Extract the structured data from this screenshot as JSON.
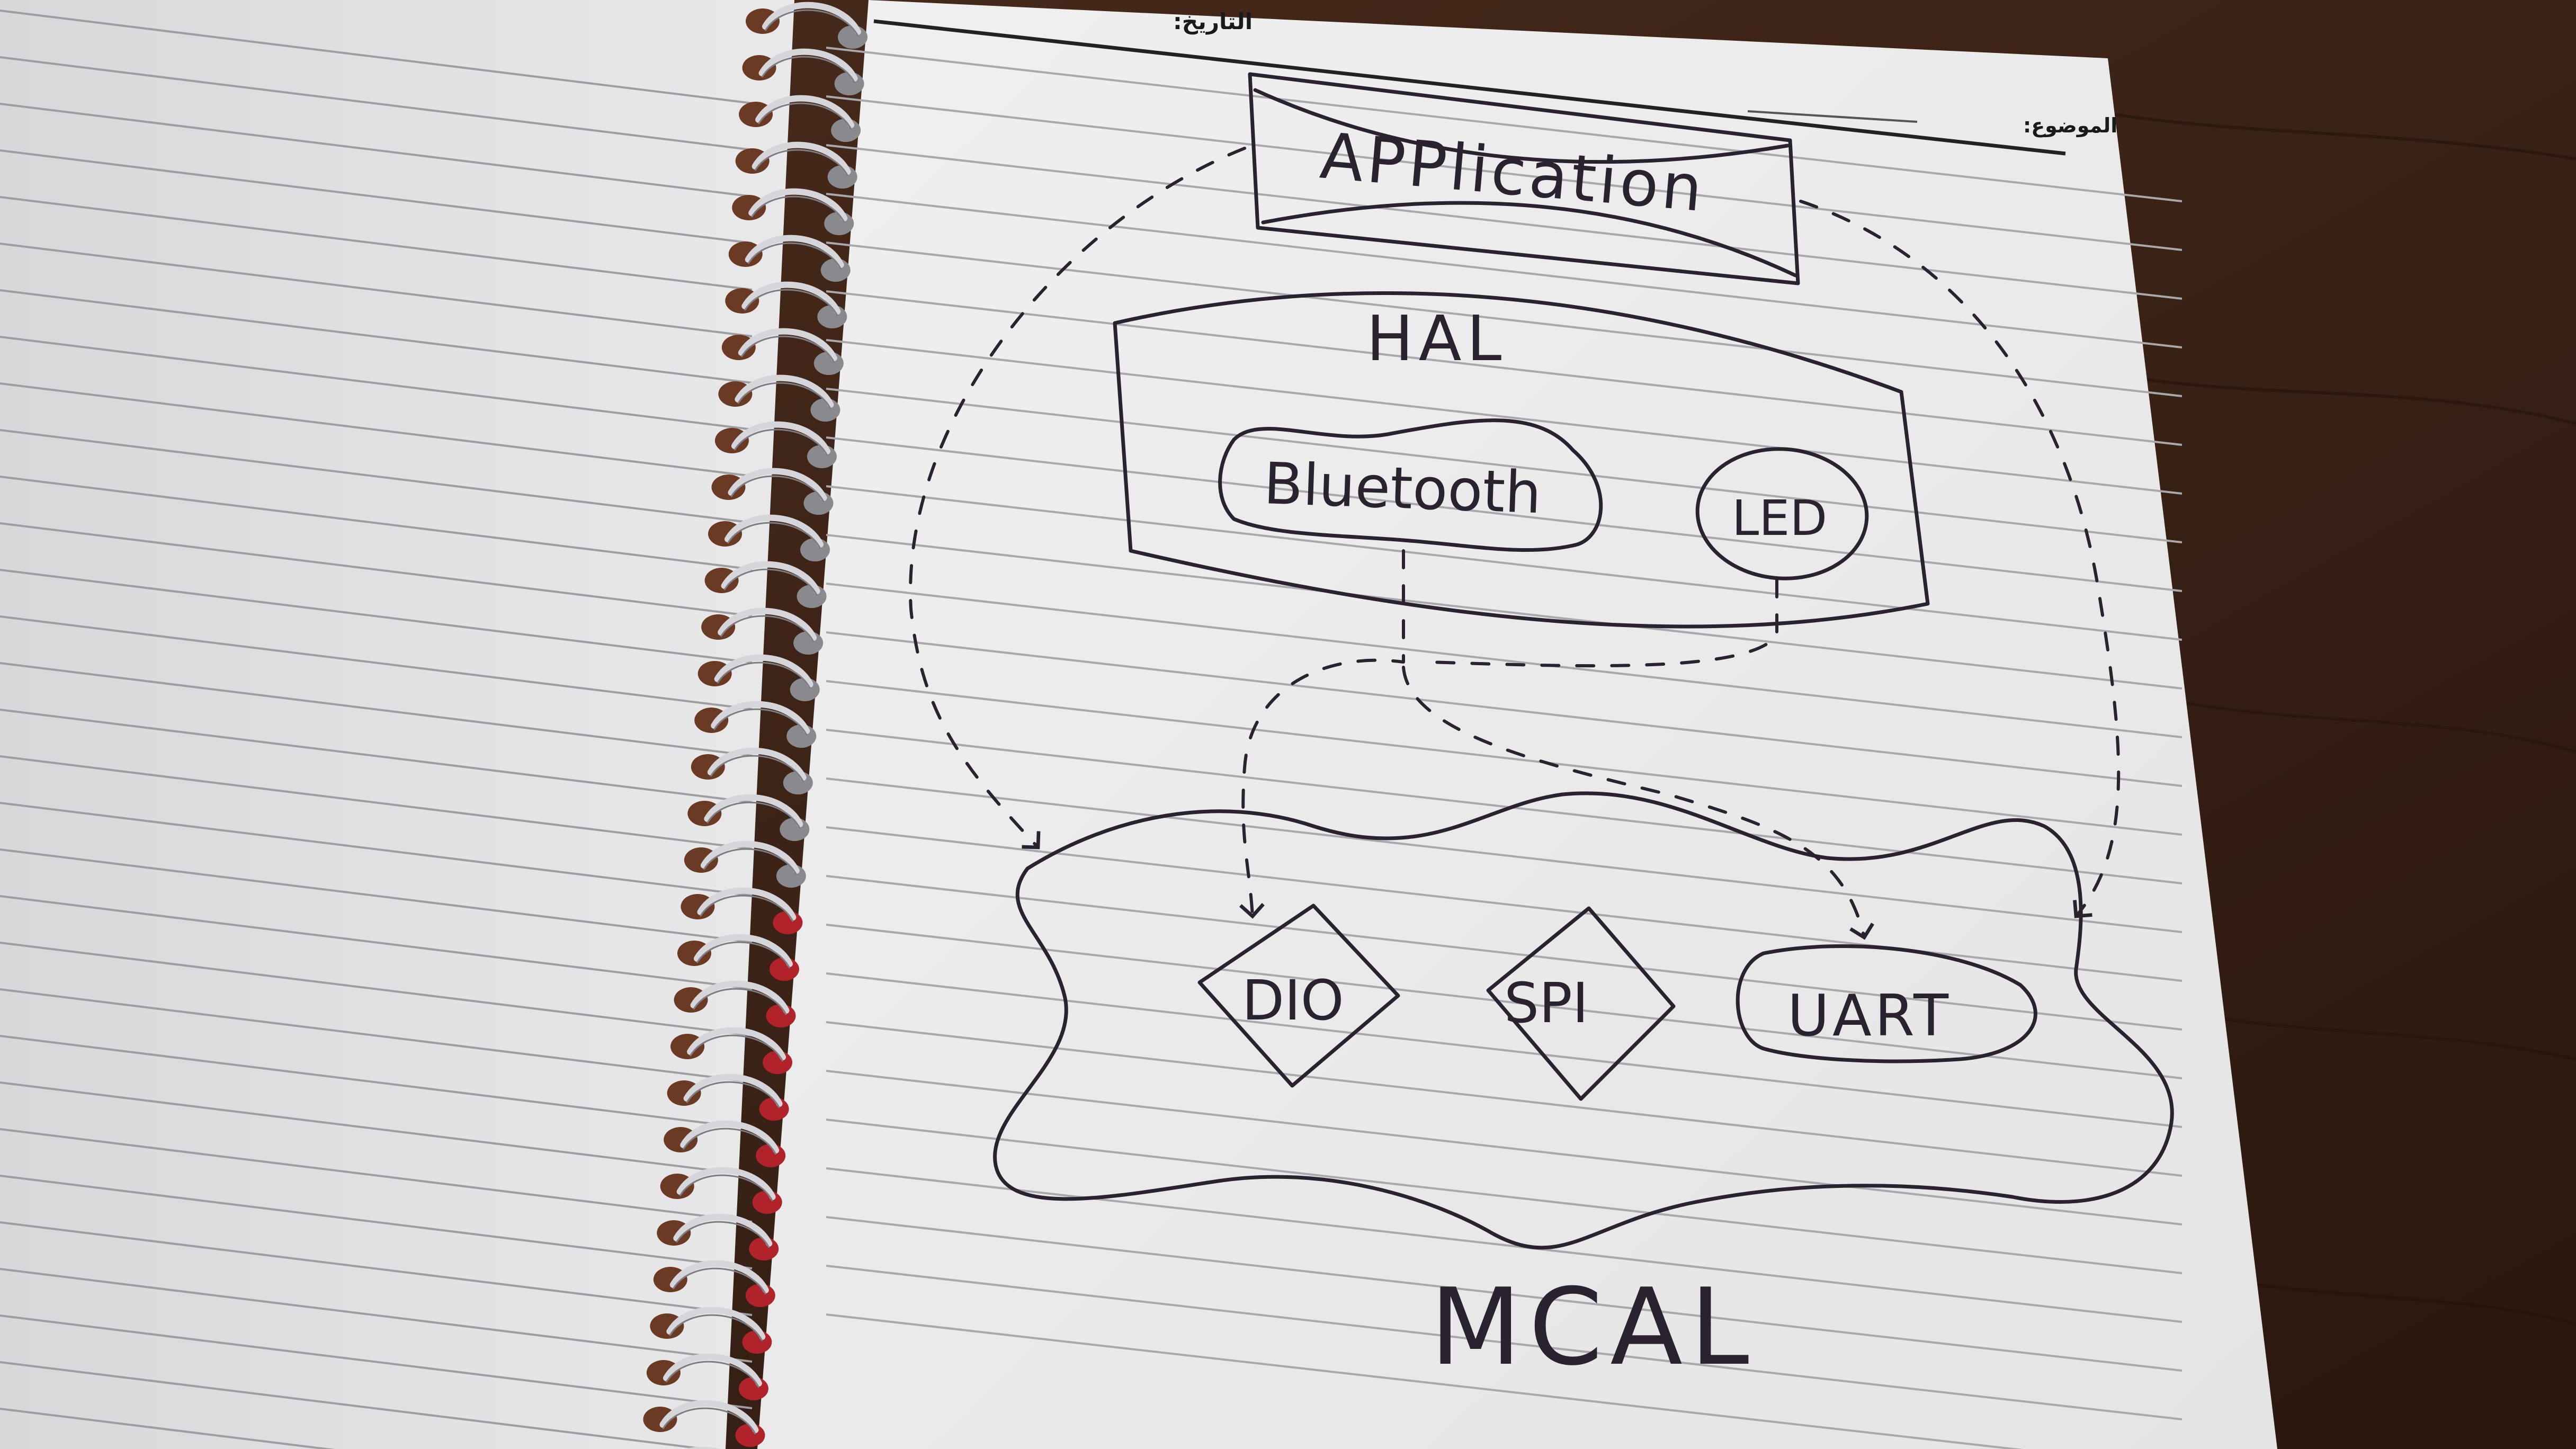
{
  "header": {
    "date_label": "التاريخ:",
    "subject_label": "الموضوع:"
  },
  "diagram": {
    "application_label": "APPlication",
    "hal_label": "HAL",
    "bluetooth_label": "Bluetooth",
    "led_label": "LED",
    "dio_label": "DIO",
    "spi_label": "SPI",
    "uart_label": "UART",
    "mcal_label": "MCAL"
  },
  "colors": {
    "ink": "#2b2230",
    "paper": "#ececec",
    "rule_line": "#a9a9ad",
    "desk_wood": "#3a2418",
    "spiral_metal": "#c8c8cc",
    "coil_hole": "#6b3a24"
  }
}
